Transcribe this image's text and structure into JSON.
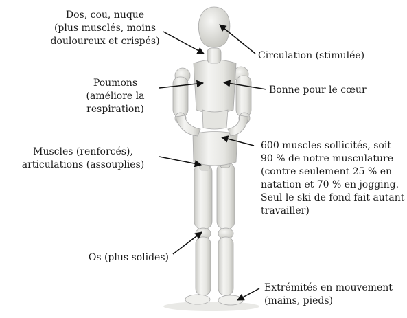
{
  "labels": {
    "neck": [
      "Dos, cou, nuque",
      "(plus musclés, moins",
      "douloureux et crispés)"
    ],
    "circulation": [
      "Circulation (stimulée)"
    ],
    "lungs": [
      "Poumons",
      "(améliore la",
      "respiration)"
    ],
    "heart": [
      "Bonne pour le cœur"
    ],
    "muscles": [
      "Muscles (renforcés),",
      "articulations (assouplies)"
    ],
    "muscles_count": [
      "600 muscles sollicités, soit",
      "90 % de notre musculature",
      "(contre seulement 25 % en",
      "natation et 70 % en jogging.",
      "Seul le ski de fond fait autant",
      "travailler)"
    ],
    "bones": [
      "Os (plus solides)"
    ],
    "extremities": [
      "Extrémités en mouvement",
      "(mains, pieds)"
    ]
  },
  "colors": {
    "text": "#1a1a1a",
    "wood_light": "#f2f2f0",
    "wood_mid": "#dcdcd8",
    "wood_dark": "#b8b8b2",
    "arrow": "#111111"
  }
}
